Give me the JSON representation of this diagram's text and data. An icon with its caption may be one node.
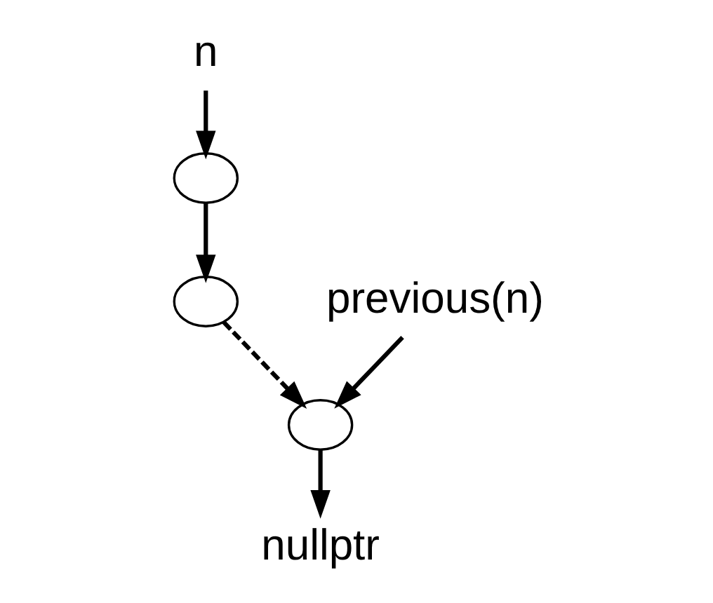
{
  "diagram": {
    "nodes": [
      {
        "text": [
          "n"
        ]
      },
      {
        "text": [],
        "shape": "circle"
      },
      {
        "text": [],
        "shape": "circle"
      },
      {
        "text": [
          "previous(n)"
        ]
      },
      {
        "text": [],
        "shape": "circle"
      },
      {
        "text": [
          "nullptr"
        ]
      }
    ],
    "edges": [
      {
        "from": 0,
        "to": 1,
        "arrow": "to"
      },
      {
        "from": 1,
        "to": 2,
        "arrow": "to"
      },
      {
        "from": 2,
        "to": 4,
        "arrow": "to",
        "style": "dashed"
      },
      {
        "from": 3,
        "to": 4,
        "arrow": "to"
      },
      {
        "from": 4,
        "to": 5,
        "arrow": "to"
      }
    ]
  }
}
